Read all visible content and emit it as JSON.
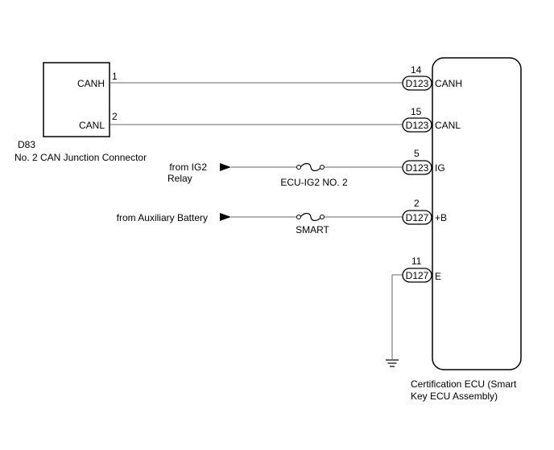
{
  "junction": {
    "code": "D83",
    "name": "No. 2 CAN Junction Connector",
    "pins": [
      {
        "num": "1",
        "label": "CANH"
      },
      {
        "num": "2",
        "label": "CANL"
      }
    ]
  },
  "ecu": {
    "name_line1": "Certification ECU (Smart",
    "name_line2": "Key ECU Assembly)",
    "pins": [
      {
        "connector": "D123",
        "num": "14",
        "label": "CANH"
      },
      {
        "connector": "D123",
        "num": "15",
        "label": "CANL"
      },
      {
        "connector": "D123",
        "num": "5",
        "label": "IG"
      },
      {
        "connector": "D127",
        "num": "2",
        "label": "+B"
      },
      {
        "connector": "D127",
        "num": "11",
        "label": "E"
      }
    ]
  },
  "sources": {
    "ig2_line1": "from IG2",
    "ig2_line2": "Relay",
    "aux": "from Auxiliary Battery"
  },
  "fuses": {
    "ig2": "ECU-IG2 NO. 2",
    "smart": "SMART"
  },
  "icons": {
    "ground": "ground-symbol-icon",
    "arrow": "arrow-right-icon",
    "fuse": "fuse-icon"
  }
}
